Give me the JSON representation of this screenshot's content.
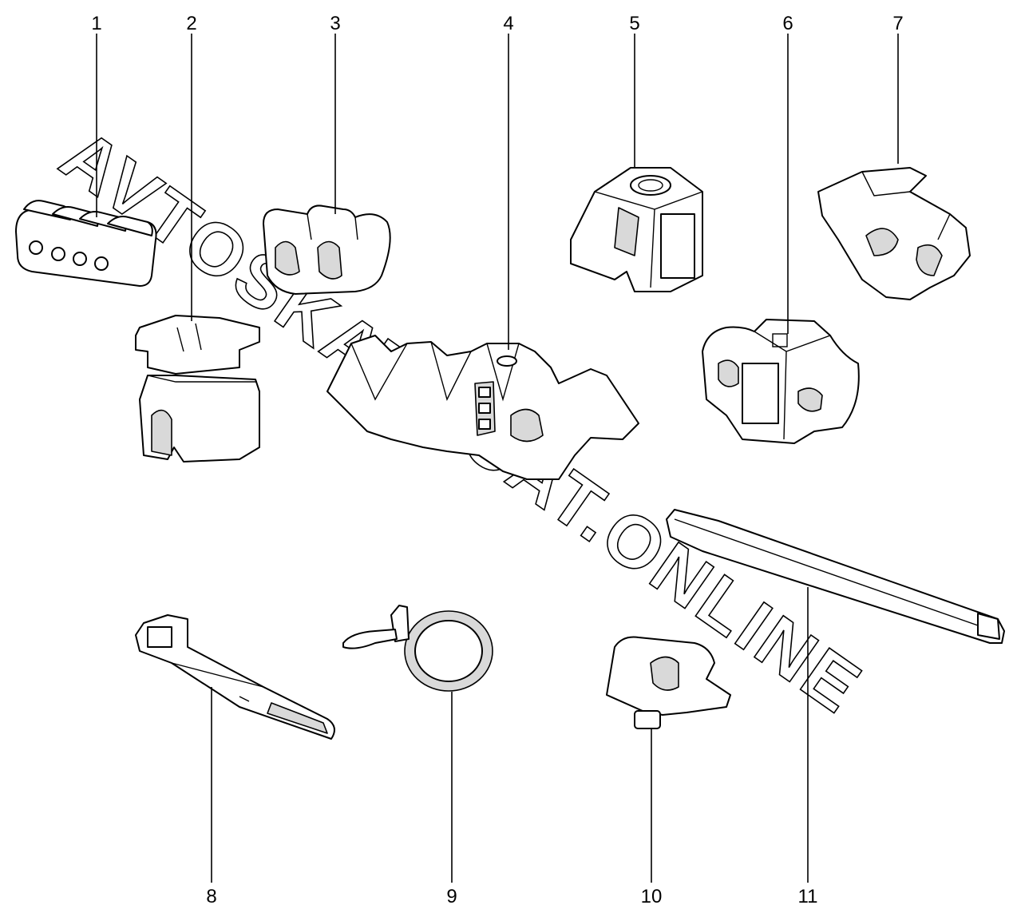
{
  "watermark": "AVTOSKAT.ACAT.ONLINE",
  "callouts": [
    "1",
    "2",
    "3",
    "4",
    "5",
    "6",
    "7",
    "8",
    "9",
    "10",
    "11"
  ]
}
